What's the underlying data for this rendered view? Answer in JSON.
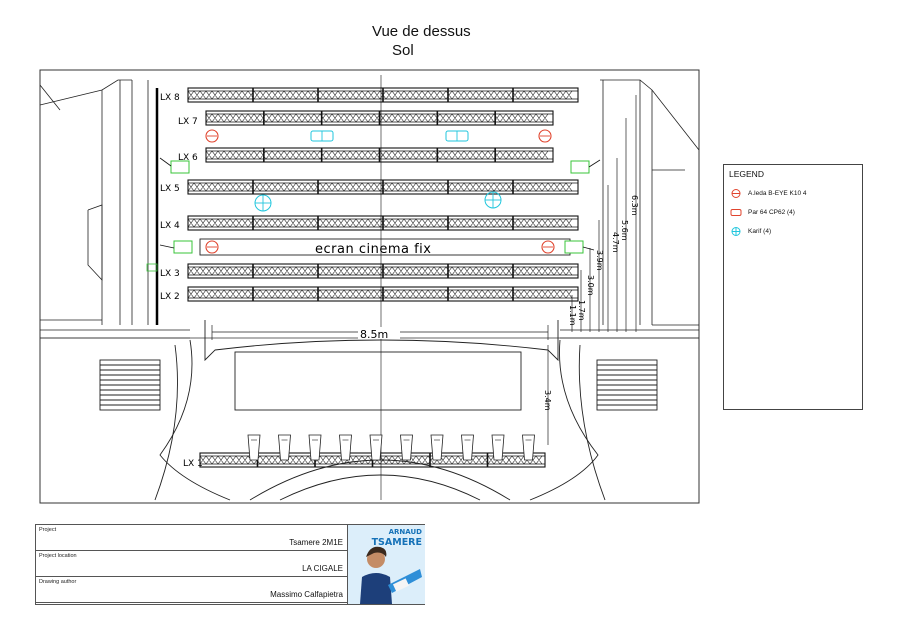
{
  "title": {
    "line1": "Vue de dessus",
    "line2": "Sol"
  },
  "trusses": [
    {
      "label": "LX 8"
    },
    {
      "label": "LX 7"
    },
    {
      "label": "LX 6"
    },
    {
      "label": "LX 5"
    },
    {
      "label": "LX 4"
    },
    {
      "label": "LX 3"
    },
    {
      "label": "LX 2"
    },
    {
      "label": "LX 1"
    }
  ],
  "screen_label": "ecran cinema fix",
  "dimensions": {
    "stage_width": "8.5m",
    "depth_1": "6.3m",
    "depth_2": "5.6m",
    "depth_3": "4.7m",
    "depth_4": "3.9m",
    "depth_5": "3.0m",
    "depth_6": "1.7m",
    "depth_7": "1.1m",
    "front_depth": "3.4m"
  },
  "legend": {
    "title": "LEGEND",
    "items": [
      {
        "label": "A.leda B-EYE K10 4",
        "color": "#e0442e",
        "symbol": "circle"
      },
      {
        "label": "Par 64 CP62 (4)",
        "color": "#e0442e",
        "symbol": "rect"
      },
      {
        "label": "Karif (4)",
        "color": "#21c6dd",
        "symbol": "cross-circle"
      }
    ]
  },
  "title_block": {
    "project_label": "Project",
    "project_value": "Tsamere 2M1E",
    "location_label": "Project location",
    "location_value": "LA CIGALE",
    "author_label": "Drawing author",
    "author_value": "Massimo Calfapietra",
    "logo_line1": "ARNAUD",
    "logo_line2": "TSAMERE"
  },
  "colors": {
    "beam": "#e0442e",
    "karif": "#21c6dd",
    "green_fixture": "#39c43a"
  }
}
